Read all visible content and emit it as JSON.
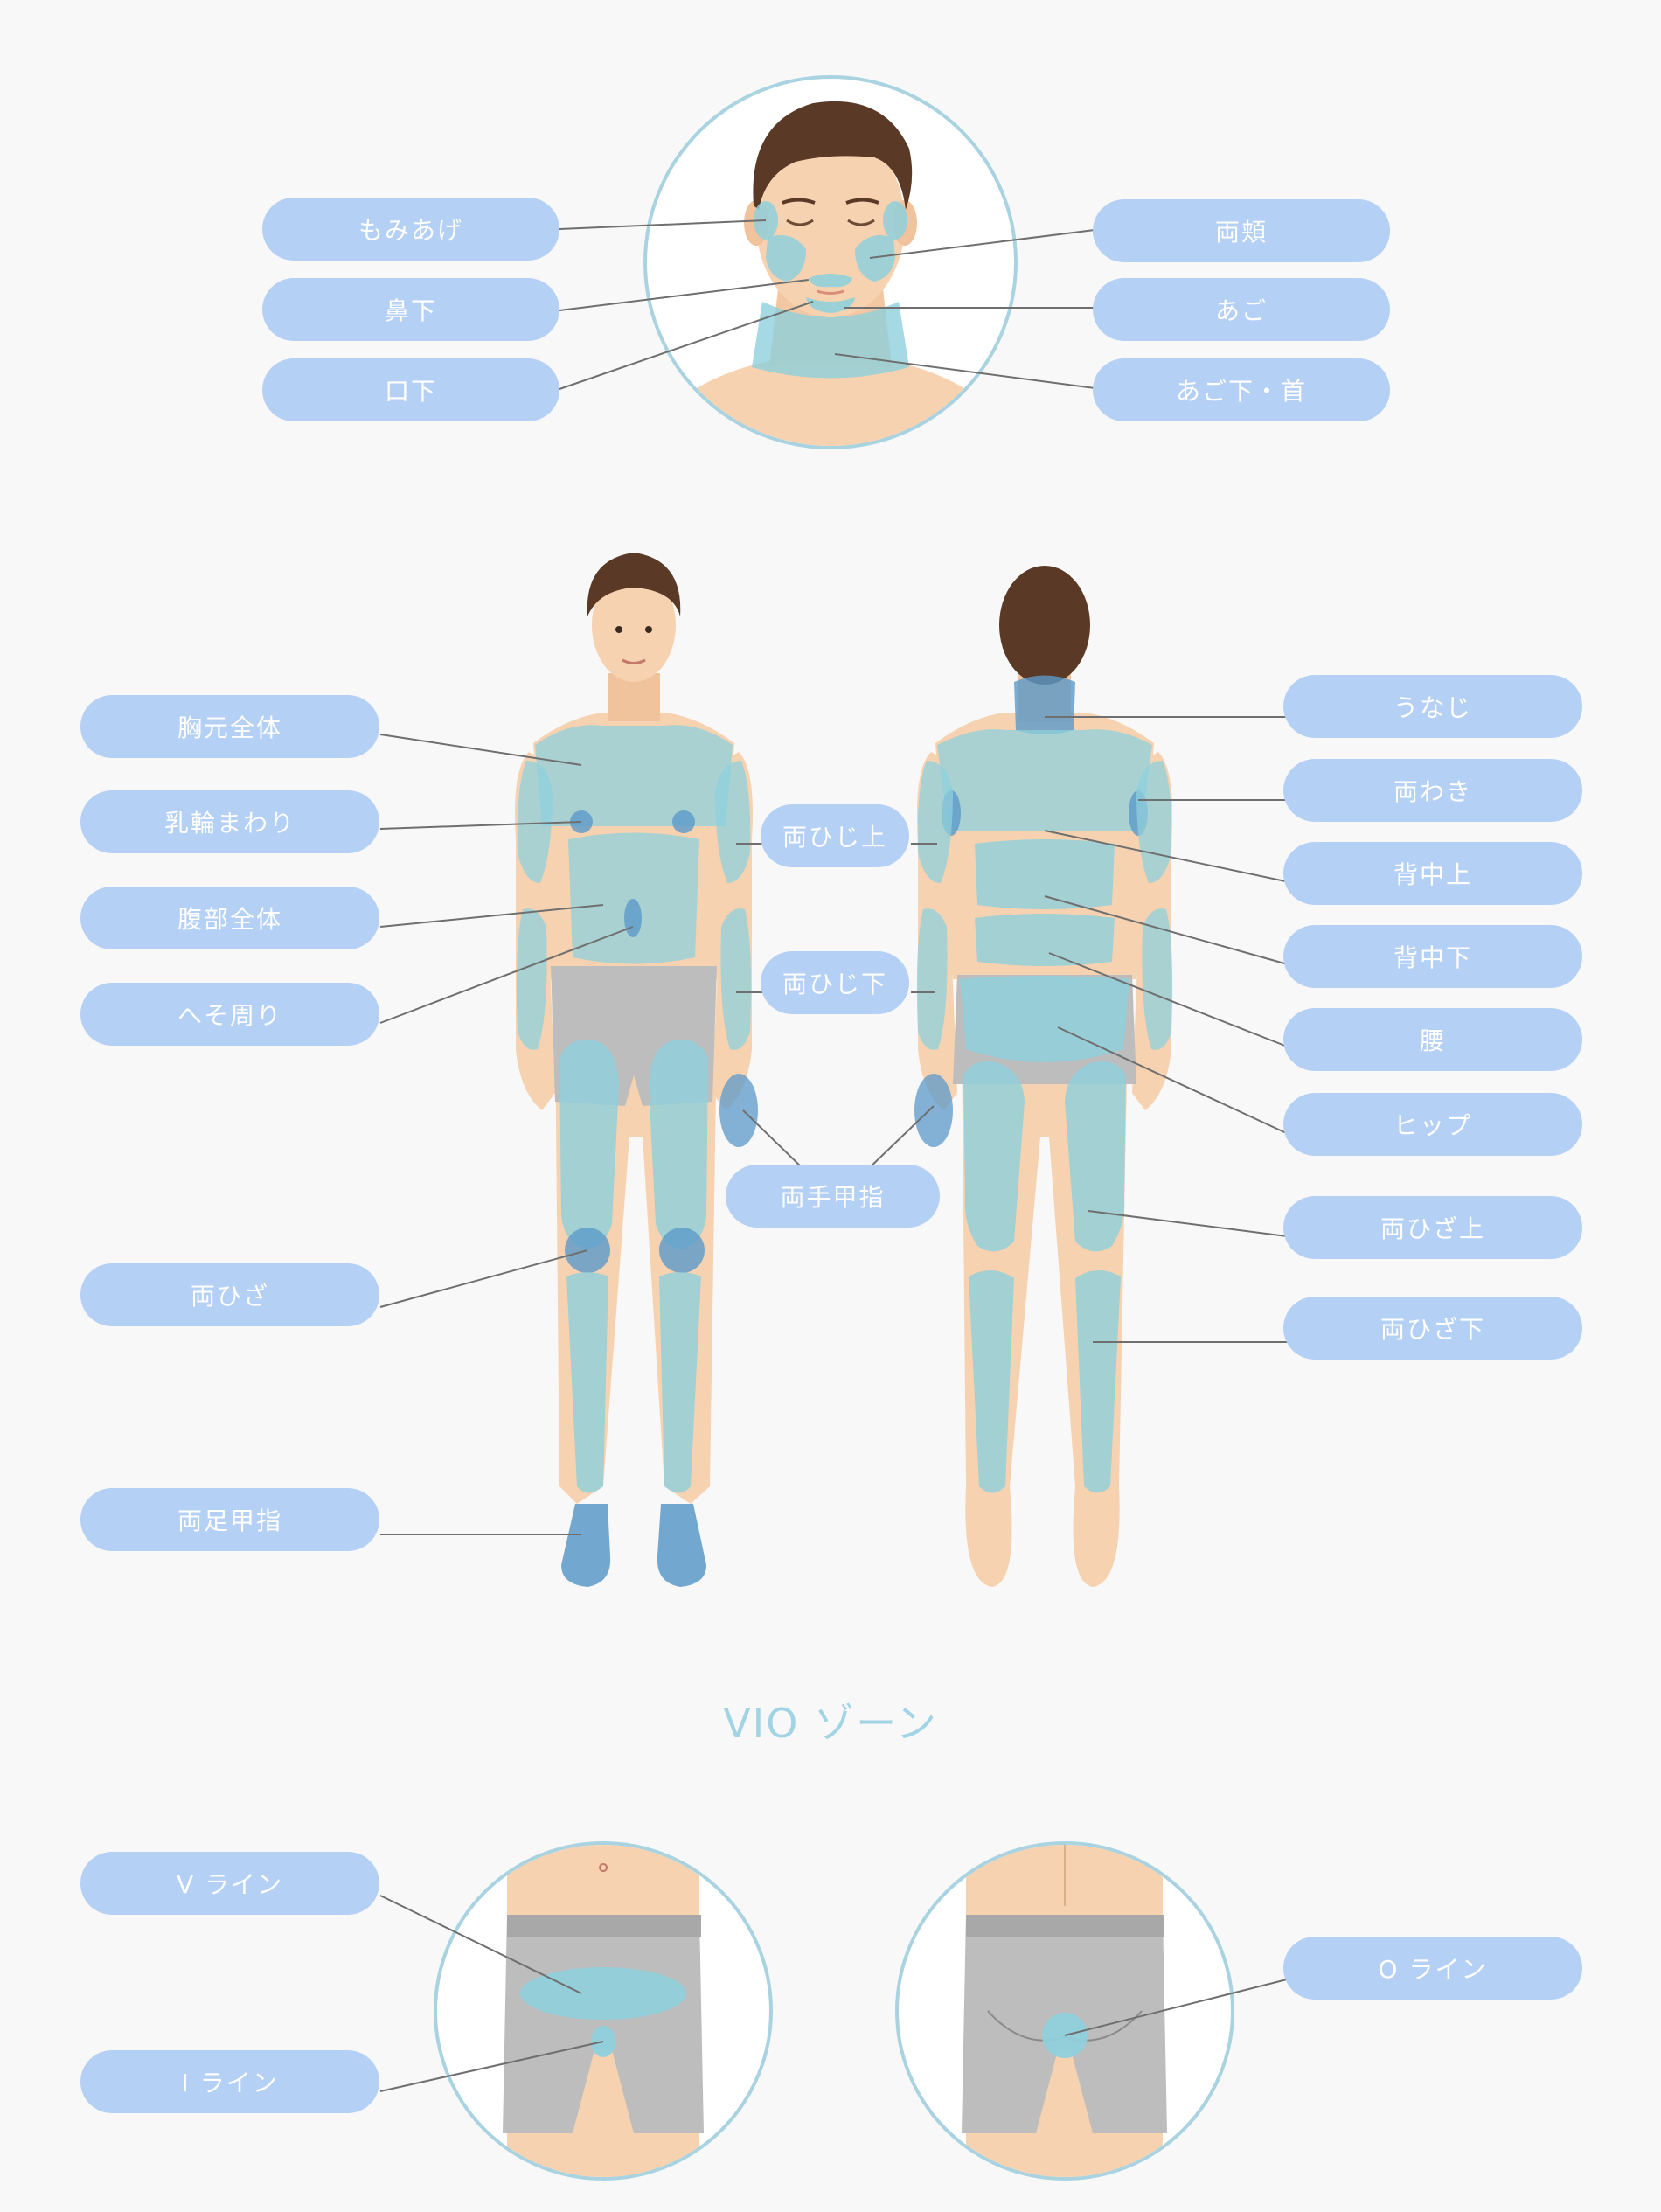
{
  "face": {
    "labels": {
      "momiage": "もみあげ",
      "hanashita": "鼻下",
      "kuchishita": "口下",
      "ryouhoho": "両頬",
      "ago": "あご",
      "agoshita_kubi": "あご下・首"
    }
  },
  "body": {
    "labels": {
      "muna": "胸元全体",
      "nyurin": "乳輪まわり",
      "fukubu": "腹部全体",
      "heso": "へそ周り",
      "hiza": "両ひざ",
      "ashi": "両足甲指",
      "hiji_ue": "両ひじ上",
      "hiji_shita": "両ひじ下",
      "te": "両手甲指",
      "unaji": "うなじ",
      "waki": "両わき",
      "senaka_ue": "背中上",
      "senaka_shita": "背中下",
      "koshi": "腰",
      "hip": "ヒップ",
      "hiza_ue": "両ひざ上",
      "hiza_shita": "両ひざ下"
    }
  },
  "vio": {
    "title": "VIO ゾーン",
    "labels": {
      "v": "V ライン",
      "i": "I ライン",
      "o": "O ライン"
    }
  },
  "colors": {
    "pill": "#b5d0f5",
    "zone": "#8fd0dc",
    "zone_dark": "#5b9ac9",
    "skin": "#f6d2b0",
    "hair": "#5a3a26",
    "shorts": "#bdbdbd",
    "title": "#a3d4e6"
  }
}
